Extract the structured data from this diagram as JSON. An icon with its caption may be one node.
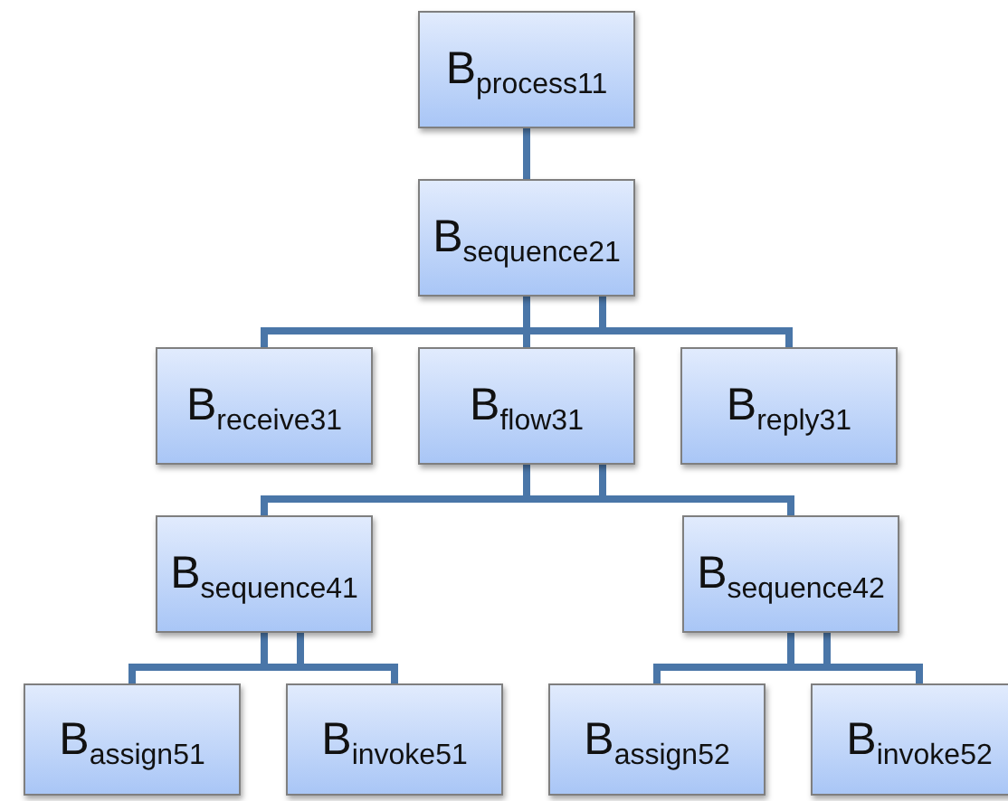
{
  "diagram": {
    "nodes": [
      {
        "text": [
          "B$_{process11}$"
        ]
      },
      {
        "text": [
          "B$_{sequence21}$"
        ]
      },
      {
        "text": [
          "B$_{receive31}$"
        ]
      },
      {
        "text": [
          "B$_{flow31}$"
        ]
      },
      {
        "text": [
          "B$_{reply31}$"
        ]
      },
      {
        "text": [
          "B$_{sequence41}$"
        ]
      },
      {
        "text": [
          "B$_{sequence42}$"
        ]
      },
      {
        "text": [
          "B$_{assign51}$"
        ]
      },
      {
        "text": [
          "B$_{invoke51}$"
        ]
      },
      {
        "text": [
          "B$_{assign52}$"
        ]
      },
      {
        "text": [
          "B$_{invoke52}$"
        ]
      }
    ],
    "edges": [
      {
        "from": 0,
        "to": 1,
        "arrow": "none"
      },
      {
        "from": 1,
        "to": 2,
        "arrow": "none"
      },
      {
        "from": 1,
        "to": 3,
        "arrow": "none"
      },
      {
        "from": 1,
        "to": 4,
        "arrow": "none"
      },
      {
        "from": 3,
        "to": 5,
        "arrow": "none"
      },
      {
        "from": 3,
        "to": 6,
        "arrow": "none"
      },
      {
        "from": 5,
        "to": 7,
        "arrow": "none"
      },
      {
        "from": 5,
        "to": 8,
        "arrow": "none"
      },
      {
        "from": 6,
        "to": 9,
        "arrow": "none"
      },
      {
        "from": 6,
        "to": 10,
        "arrow": "none"
      }
    ]
  }
}
